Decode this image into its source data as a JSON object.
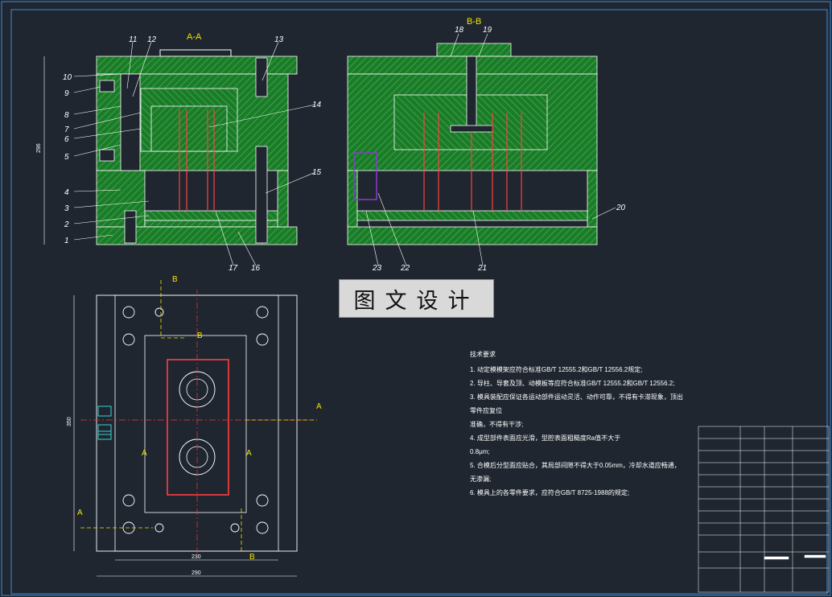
{
  "section_labels": {
    "aa": "A-A",
    "bb": "B-B"
  },
  "part_numbers_left": [
    "1",
    "2",
    "3",
    "4",
    "5",
    "6",
    "7",
    "8",
    "9",
    "10",
    "11",
    "12",
    "13",
    "14",
    "15",
    "16",
    "17"
  ],
  "part_numbers_right": [
    "18",
    "19",
    "20",
    "21",
    "22",
    "23"
  ],
  "watermark": "图文设计",
  "cut_markers": {
    "a": "A",
    "b": "B"
  },
  "dimensions": {
    "height_main": "296",
    "width_inner": "230",
    "width_outer": "290",
    "plan_height": "350"
  },
  "tech_notes": {
    "title": "技术要求",
    "items": [
      "1. 动定模模架应符合标准GB/T 12555.2和GB/T 12556.2规定;",
      "2. 导柱、导套及顶、动模板等应符合标准GB/T 12555.2和GB/T 12556.2;",
      "3. 模具装配应保证各运动部件运动灵活、动作可靠，不得有卡滞现象，顶出零件应复位",
      "   准确，不得有干涉;",
      "4. 成型部件表面应光滑，型腔表面粗糙度Ra值不大于",
      "   0.8μm;",
      "5. 合模后分型面应贴合，其局部间隙不得大于0.05mm，冷却水道应畅通，",
      "   无渗漏;",
      "6. 模具上的各零件要求，应符合GB/T 8725-1988的规定;"
    ]
  },
  "colors": {
    "background": "#1f2630",
    "steel": "#1d7a2a",
    "hatch": "#2fa53c",
    "line": "#ffffff",
    "center": "#ff3030",
    "yellow": "#f2e400",
    "cyan": "#3ad0d0",
    "purple": "#8a3bd0"
  }
}
